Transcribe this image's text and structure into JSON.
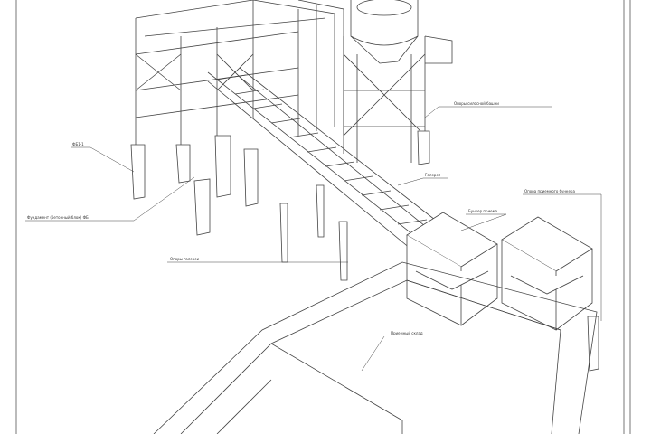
{
  "drawing": {
    "title": "Isometric view of silo tower, conveyor gallery and receiving hoppers",
    "labels": {
      "silo_support": "Опоры силосной башни",
      "foundation_mark": "ФБ1-1",
      "foundation_blocks": "Фундамент (бетонный блок) ФБ",
      "gallery": "Галерея",
      "gallery_support": "Опоры галереи",
      "hopper": "Бункер приема",
      "hopper_support": "Опора приемного бункера",
      "stockpile": "Приемный склад"
    },
    "line_color": "#333333"
  }
}
